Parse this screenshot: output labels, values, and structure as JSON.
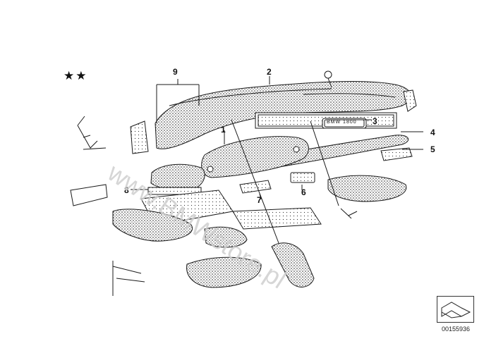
{
  "stars": "★★",
  "watermark": "www.BMWstore.pl",
  "badge_text": "BMW 1800",
  "callouts": [
    {
      "id": "1",
      "text": "1"
    },
    {
      "id": "2",
      "text": "2"
    },
    {
      "id": "3",
      "text": "3"
    },
    {
      "id": "4",
      "text": "4"
    },
    {
      "id": "5",
      "text": "5"
    },
    {
      "id": "6",
      "text": "6"
    },
    {
      "id": "7",
      "text": "7"
    },
    {
      "id": "8",
      "text": "8"
    },
    {
      "id": "9",
      "text": "9"
    }
  ],
  "reference_number": "00155936",
  "colors": {
    "line": "#1a1a1a",
    "stipple": "#2b2b2b",
    "watermark": "#cfcfcf"
  }
}
